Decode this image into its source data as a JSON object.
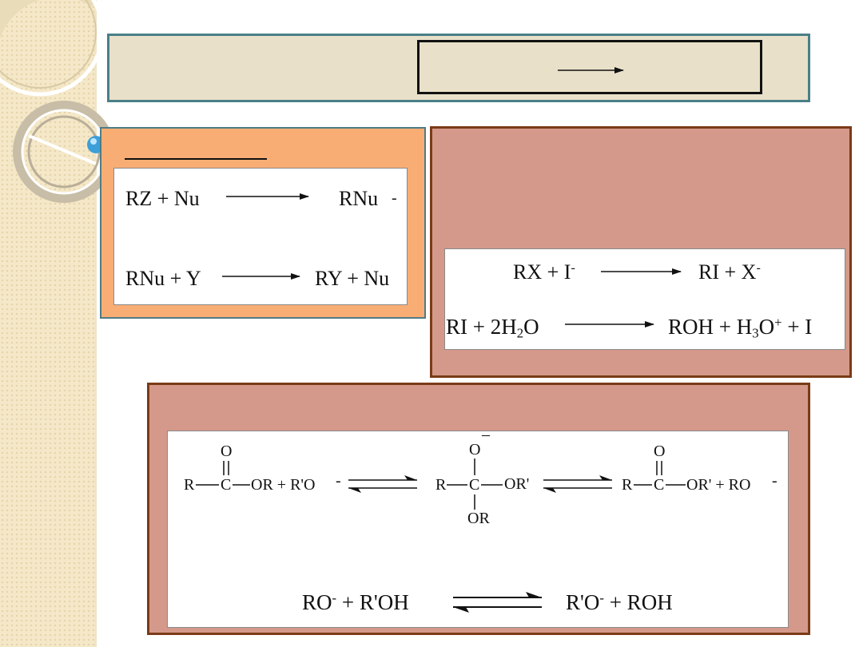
{
  "colors": {
    "strip": "#f4e8c8",
    "title_fill": "#e9e0c9",
    "title_border": "#4a7f87",
    "orange_fill": "#f8ad74",
    "rose_fill": "#d4998a",
    "rose_border": "#7a3b17"
  },
  "mechanism": {
    "line1_left": "RZ + Nu",
    "line1_right": "RNu",
    "line1_charge": "-",
    "line2_left": "RNu + Y",
    "line2_right": "RY + Nu"
  },
  "iodide": {
    "line1_left": "RX + I",
    "line1_left_charge": "-",
    "line1_right": "RI + X",
    "line1_right_charge": "-",
    "line2_left_a": "RI + 2H",
    "line2_left_sub": "2",
    "line2_left_b": "O",
    "line2_right_a": "ROH + H",
    "line2_right_sub": "3",
    "line2_right_b": "O",
    "line2_right_sup": "+",
    "line2_right_c": " + I"
  },
  "ester": {
    "r1": "R",
    "c1": "C",
    "o_top1": "O",
    "tail1": "OR + R'O",
    "charge1": "-",
    "r2": "R",
    "c2": "C",
    "o_top2": "O",
    "o_top2_charge": "–",
    "or_right2": "OR'",
    "or_bottom2": "OR",
    "r3": "R",
    "c3": "C",
    "o_top3": "O",
    "tail3": "OR' + RO",
    "charge3": "-"
  },
  "equilibrium": {
    "left": "RO",
    "left_charge": "-",
    "left_b": " + R'OH",
    "right": "R'O",
    "right_charge": "-",
    "right_b": " + ROH"
  }
}
